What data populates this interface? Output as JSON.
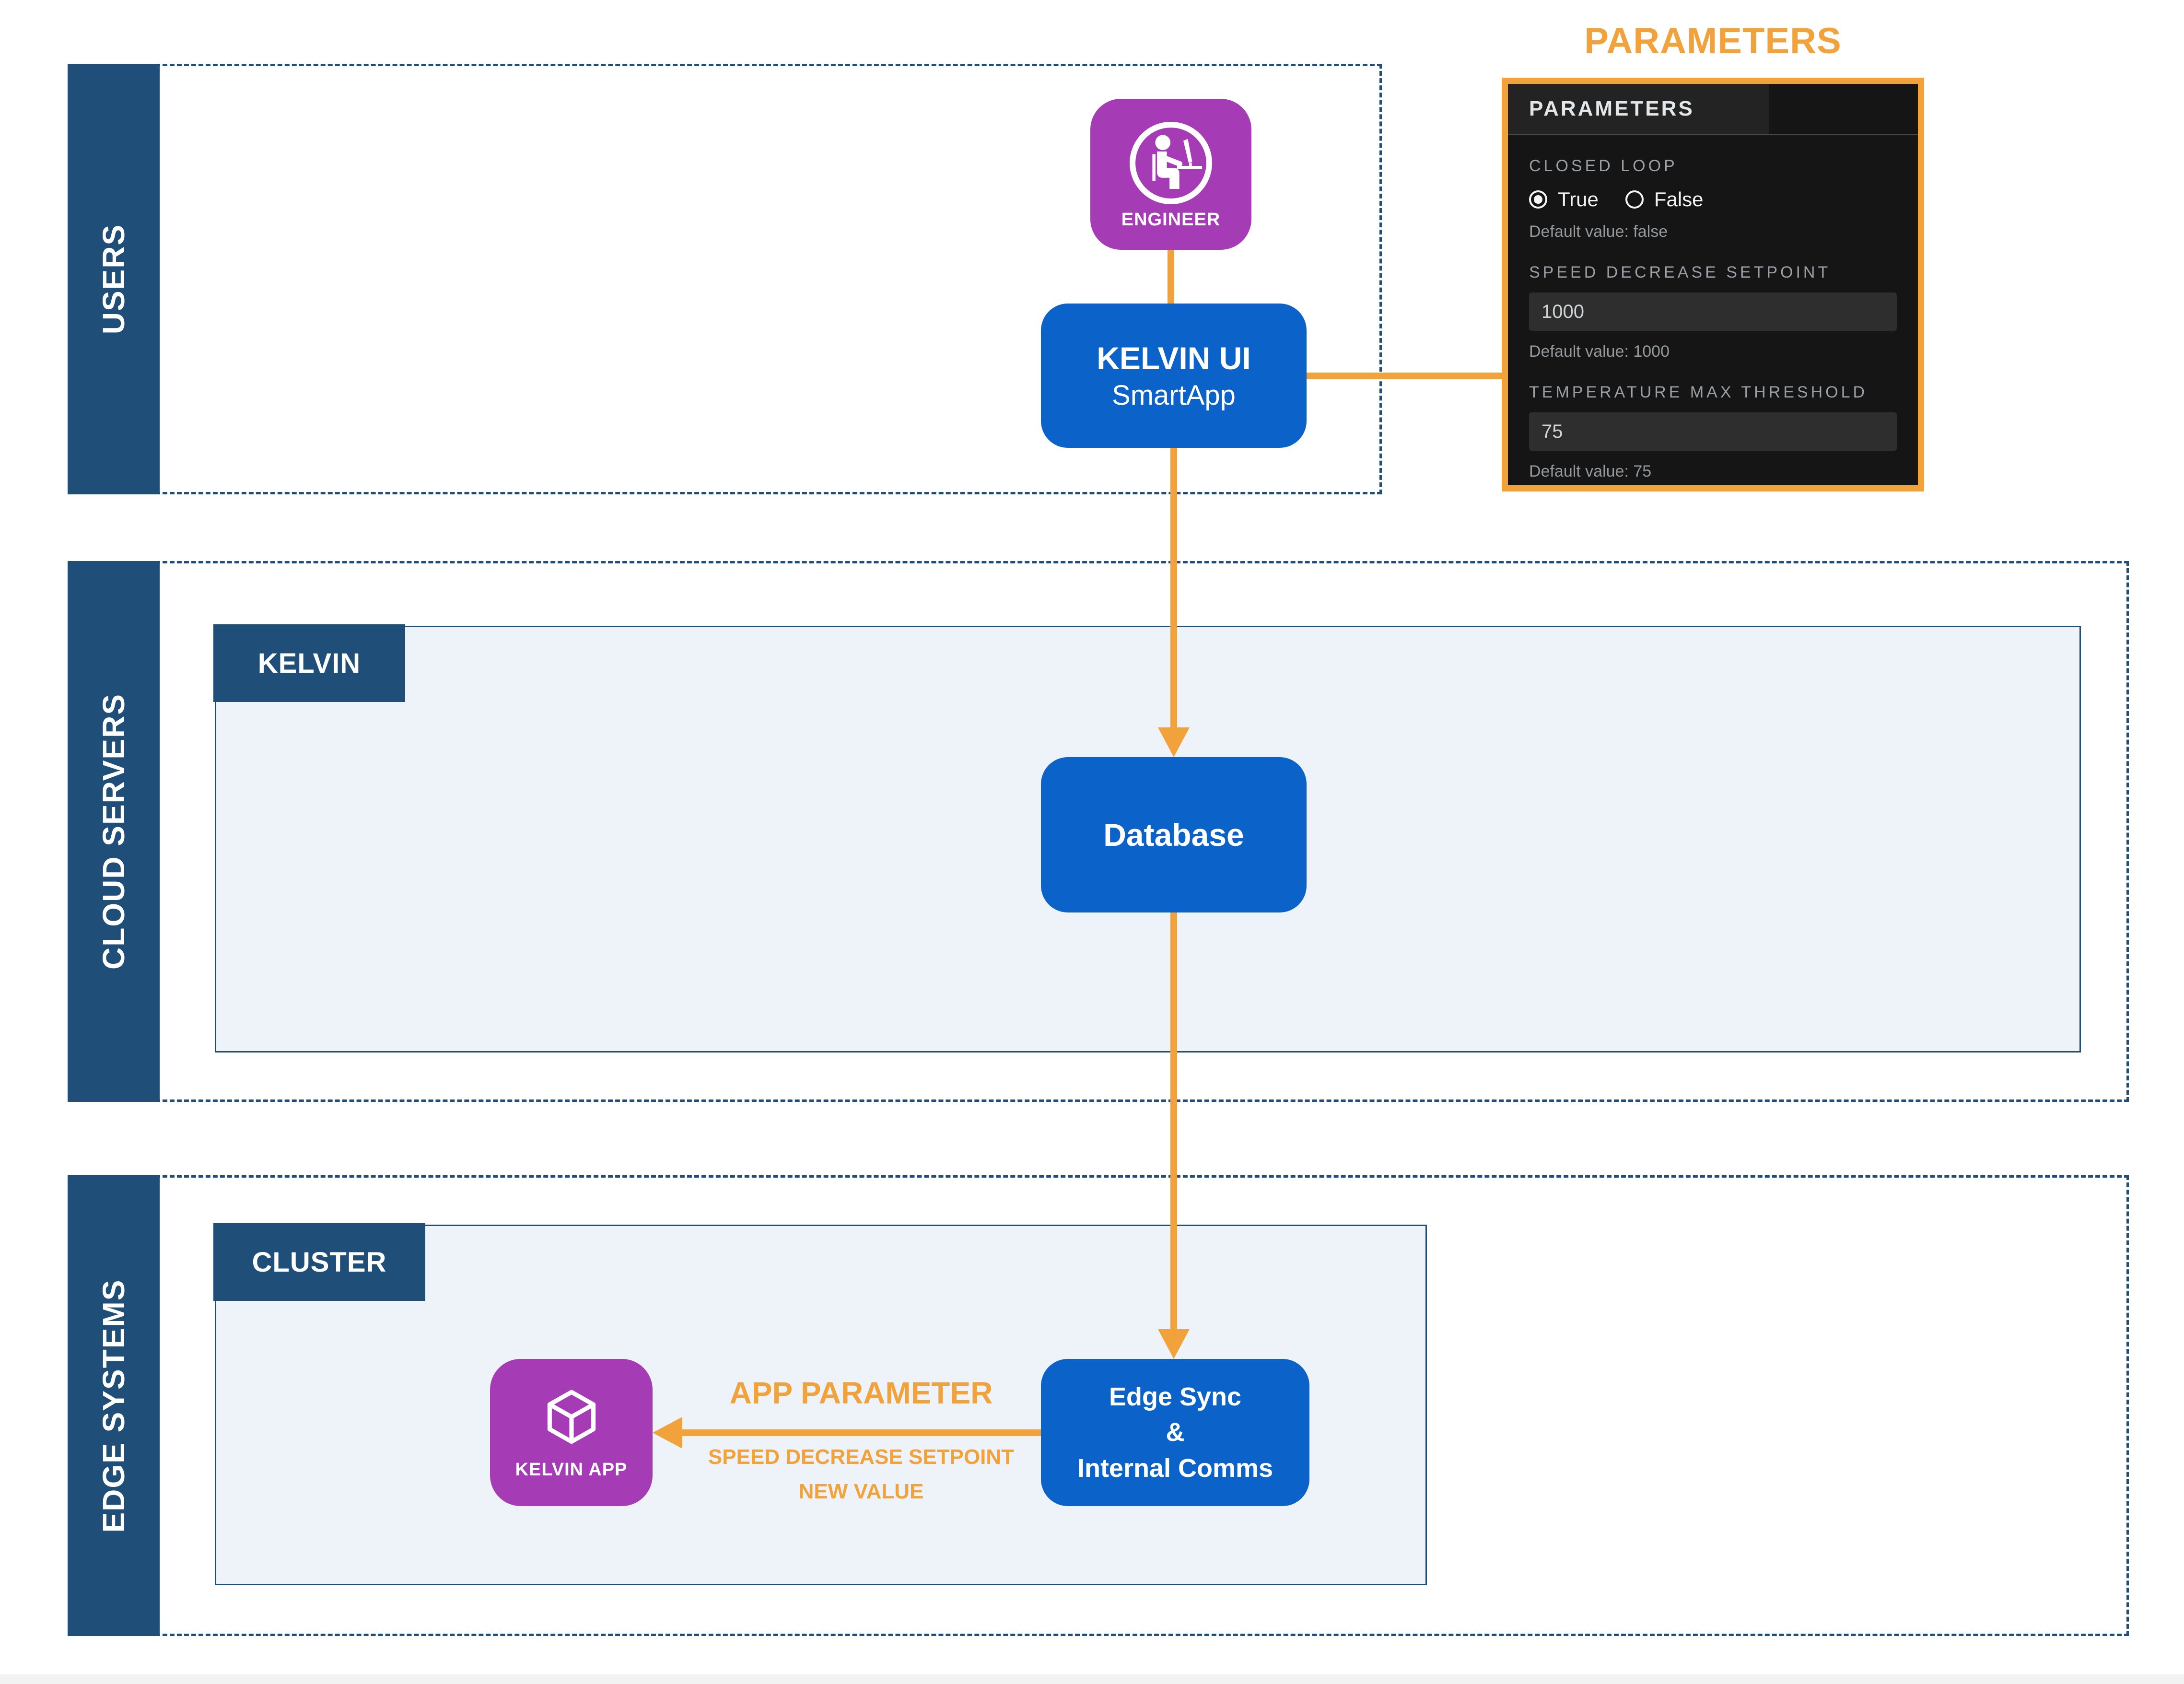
{
  "diagram": {
    "bands": [
      {
        "label": "USERS"
      },
      {
        "label": "CLOUD SERVERS"
      },
      {
        "label": "EDGE SYSTEMS"
      }
    ],
    "containers": [
      {
        "label": "KELVIN"
      },
      {
        "label": "CLUSTER"
      }
    ],
    "nodes": {
      "engineer": {
        "label": "ENGINEER"
      },
      "kelvin_ui": {
        "title": "KELVIN UI",
        "subtitle": "SmartApp"
      },
      "database": {
        "label": "Database"
      },
      "edge_sync": {
        "lines": [
          "Edge Sync",
          "&",
          "Internal Comms"
        ]
      },
      "kelvin_app": {
        "label": "KELVIN APP"
      }
    },
    "app_parameter_arrow": {
      "title": "APP PARAMETER",
      "detail_lines": [
        "SPEED DECREASE SETPOINT",
        "NEW VALUE"
      ]
    }
  },
  "parameters_panel": {
    "title_above": "PARAMETERS",
    "header": "PARAMETERS",
    "sections": [
      {
        "label": "CLOSED LOOP",
        "type": "radio",
        "options": [
          {
            "text": "True",
            "selected": true
          },
          {
            "text": "False",
            "selected": false
          }
        ],
        "default_note": "Default value: false"
      },
      {
        "label": "SPEED DECREASE SETPOINT",
        "type": "text",
        "value": "1000",
        "default_note": "Default value: 1000"
      },
      {
        "label": "TEMPERATURE MAX THRESHOLD",
        "type": "text",
        "value": "75",
        "default_note": "Default value: 75"
      }
    ]
  },
  "colors": {
    "navy": "#1F4E79",
    "node_blue": "#0B62C9",
    "node_purple": "#A53CB5",
    "orange": "#F2A23B",
    "container_bg": "#EDF3F9",
    "panel_bg": "#151515",
    "panel_header_bg": "#232323"
  }
}
